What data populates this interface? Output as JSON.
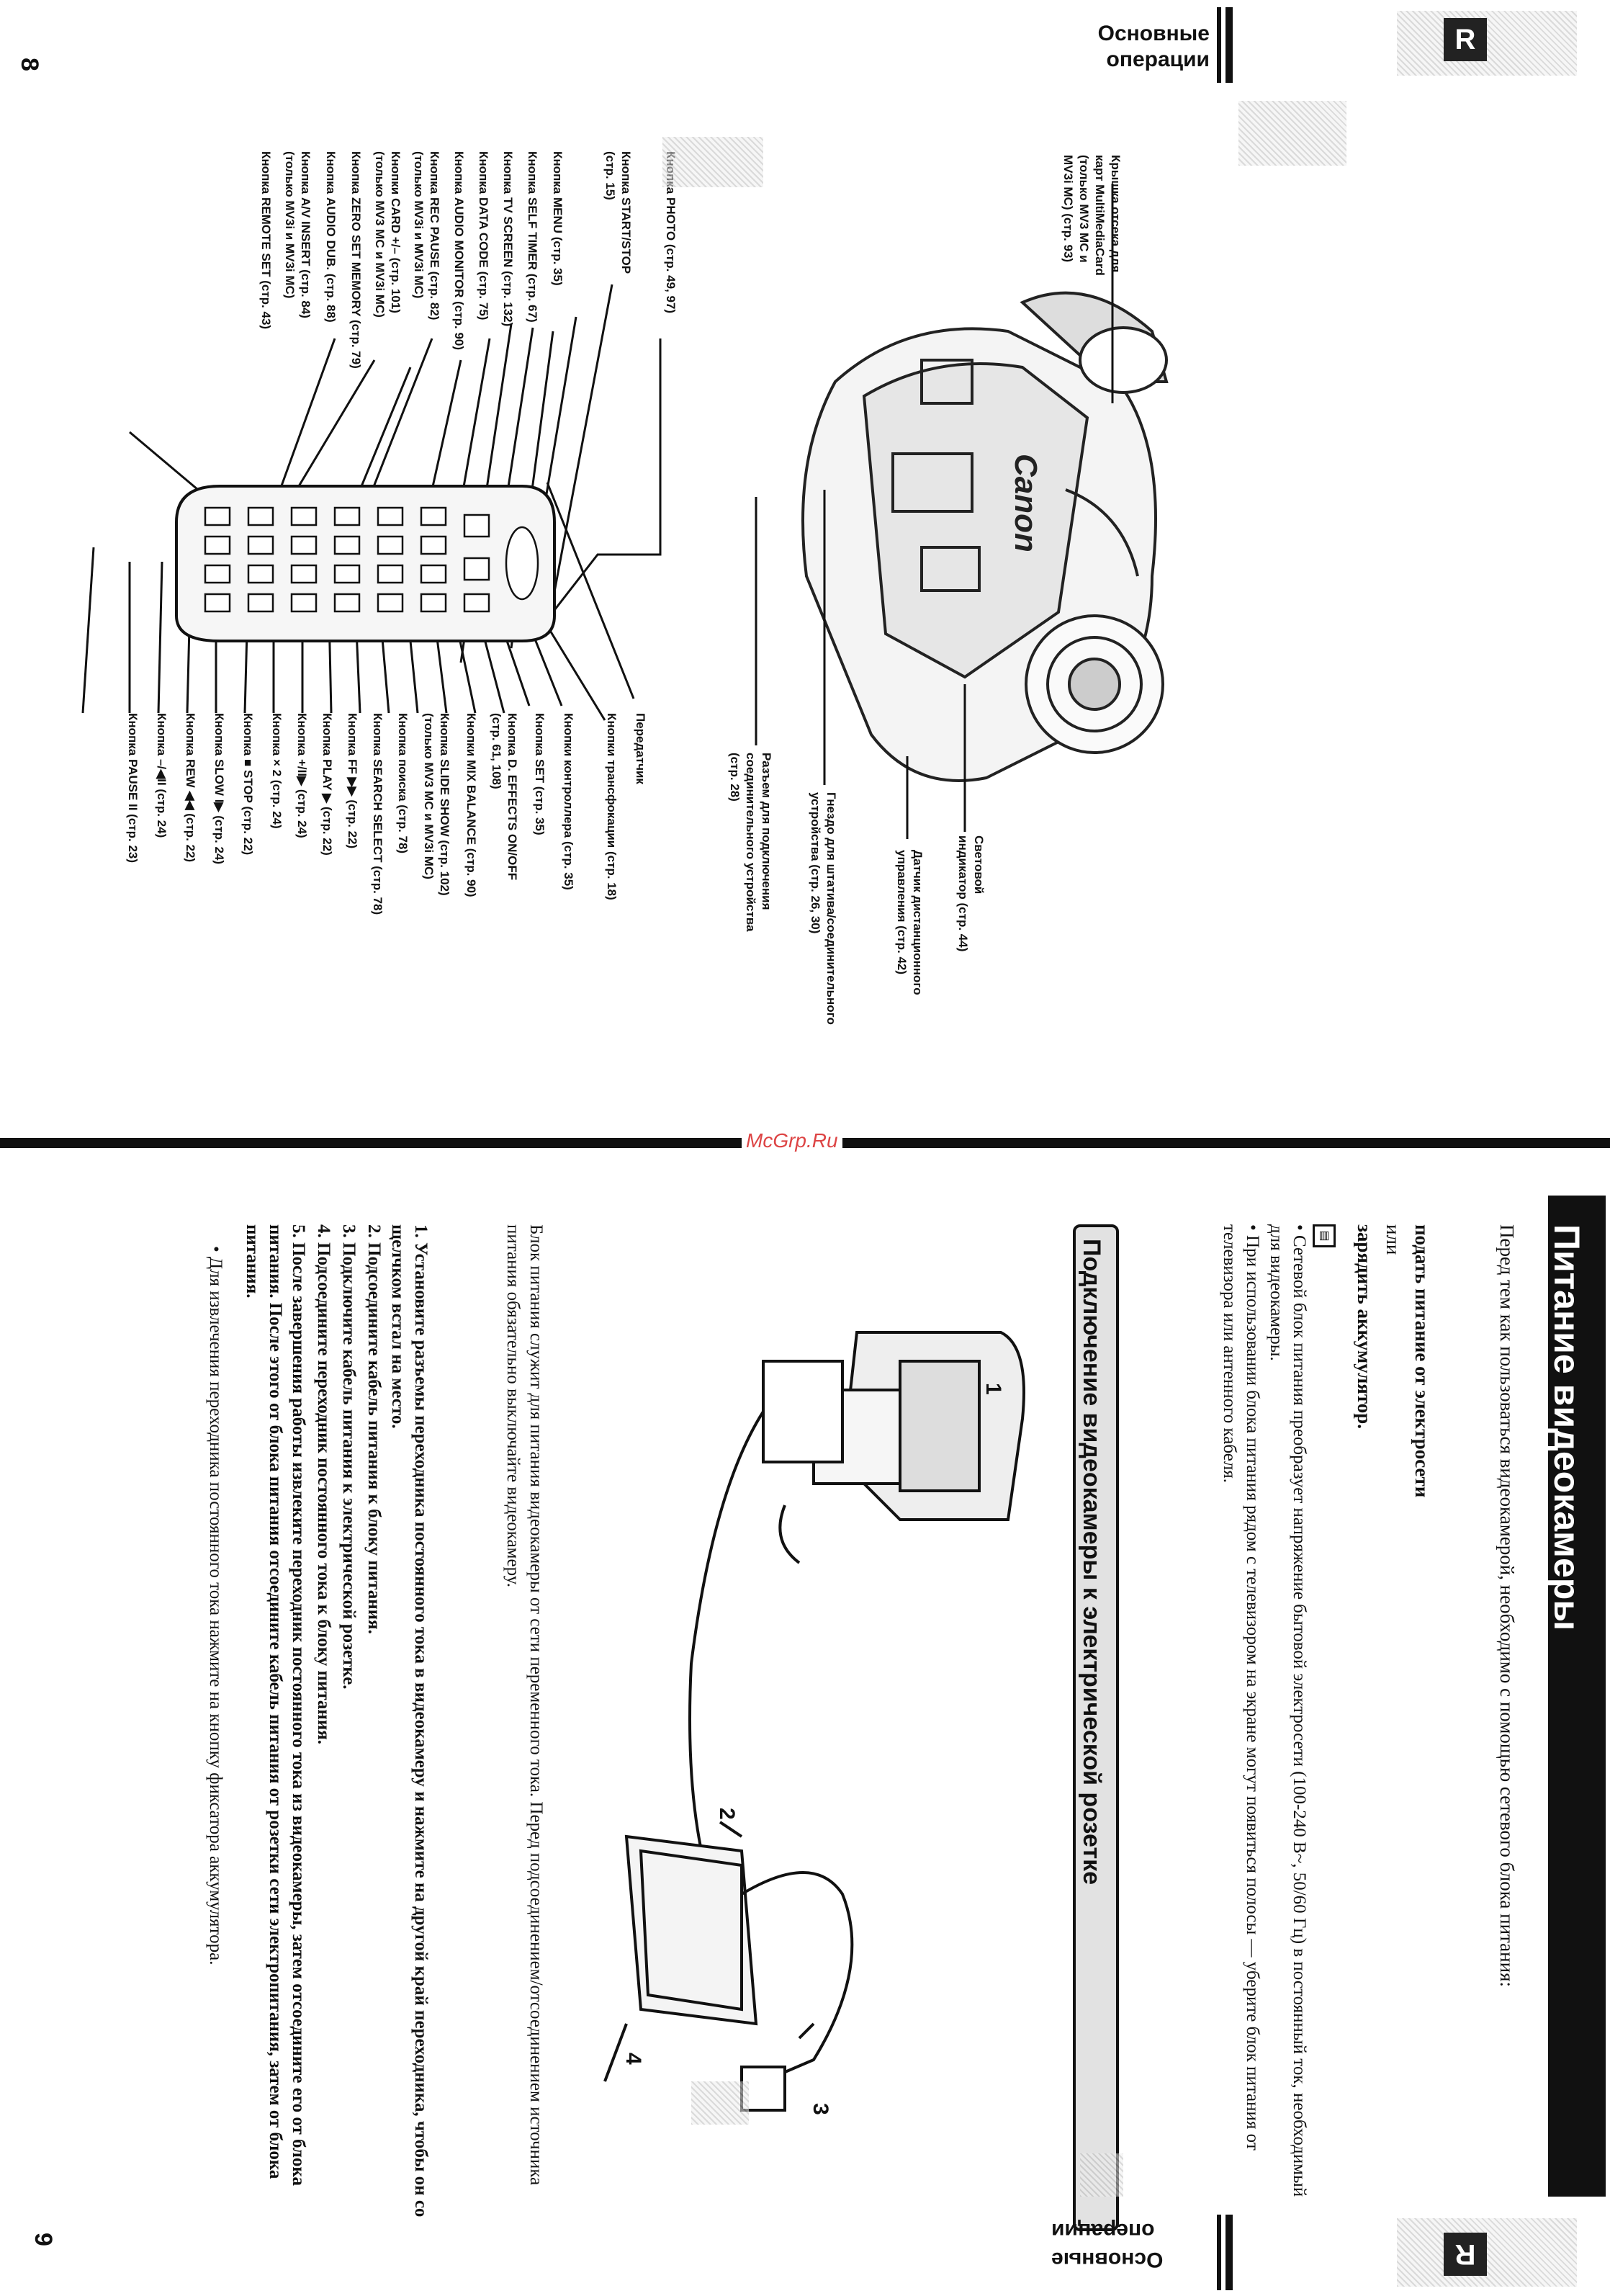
{
  "page8": {
    "page_number": "8",
    "section_tab": {
      "line1": "Основные",
      "line2": "операции",
      "letter": "R"
    },
    "camera_labels": [
      {
        "text": "Крышка отсека для\nкарт MultiMediaCard\n(только MV3 MC и\nMV3i MC) (стр. 93)"
      },
      {
        "text": "Световой\nиндикатор (стр. 44)"
      },
      {
        "text": "Датчик дистанционного\nуправления (стр. 42)"
      },
      {
        "text": "Гнездо для штатива/соединительного\nустройства (стр. 26, 30)"
      },
      {
        "text": "Разъем для подключения\nсоединительного устройства\n(стр. 28)"
      }
    ],
    "remote_left_labels": [
      "Кнопка PHOTO (стр. 49, 97)",
      "Кнопка START/STOP\n(стр. 15)",
      "Кнопка MENU (стр. 35)",
      "Кнопка SELF TIMER (стр. 67)",
      "Кнопка TV SCREEN (стр. 132)",
      "Кнопка DATA CODE (стр. 75)",
      "Кнопка AUDIO MONITOR (стр. 90)",
      "Кнопка REC PAUSE (стр. 82)\n(только MV3i и MV3i MC)",
      "Кнопки CARD +/– (стр. 101)\n(только MV3 MC и MV3i MC)",
      "Кнопка ZERO SET MEMORY (стр. 79)",
      "Кнопка AUDIO DUB. (стр. 88)",
      "Кнопка A/V INSERT (стр. 84)\n(только MV3i и MV3i MC)",
      "Кнопка REMOTE SET (стр. 43)"
    ],
    "remote_right_labels": [
      "Передатчик",
      "Кнопки трансфокации (стр. 18)",
      "Кнопки контроллера (стр. 35)",
      "Кнопка SET (стр. 35)",
      "Кнопка D. EFFECTS ON/OFF\n(стр. 61, 108)",
      "Кнопки MIX BALANCE (стр. 90)",
      "Кнопка SLIDE SHOW (стр. 102)\n(только MV3 MC и MV3i MC)",
      "Кнопка поиска (стр. 78)",
      "Кнопка SEARCH SELECT (стр. 78)",
      "Кнопка FF ▶▶ (стр. 22)",
      "Кнопка PLAY ▶ (стр. 22)",
      "Кнопка +/II▶ (стр. 24)",
      "Кнопка × 2 (стр. 24)",
      "Кнопка ■ STOP (стр. 22)",
      "Кнопка SLOW I▶ (стр. 24)",
      "Кнопка REW ◀◀ (стр. 22)",
      "Кнопка –/◀II (стр. 24)",
      "Кнопка PAUSE II (стр. 23)"
    ],
    "brand_on_camera": "Canon"
  },
  "watermark": "McGrp.Ru",
  "page9": {
    "page_number": "9",
    "section_tab": {
      "line1": "Основные",
      "line2": "операции",
      "letter": "R"
    },
    "title": "Питание видеокамеры",
    "intro": "Перед тем как пользоваться видеокамерой, необходимо с помощью сетевого блока питания:",
    "option1": "подать питание от электросети",
    "or_word": "или",
    "option2": "зарядить аккумулятор.",
    "notes": [
      "Сетевой блок питания преобразует напряжение бытовой электросети (100-240 В~, 50/60 Гц) в постоянный ток, необходимый для видеокамеры.",
      "При использовании блока питания рядом с телевизором на экране могут появиться полосы — уберите блок питания от телевизора или антенного кабеля."
    ],
    "subheading": "Подключение видеокамеры к электрической розетке",
    "figure_numbers": [
      "1",
      "2",
      "3",
      "4"
    ],
    "body": "Блок питания служит для питания видеокамеры от сети переменного тока. Перед подсоединением/отсоединением источника питания обязательно выключайте видеокамеру.",
    "steps": [
      {
        "n": "1.",
        "text": "Установите разъемы переходника постоянного тока в видеокамеру и нажмите на другой край переходника, чтобы он со щелчком встал на место."
      },
      {
        "n": "2.",
        "text": "Подсоедините кабель питания к блоку питания."
      },
      {
        "n": "3.",
        "text": "Подключите кабель питания к электрической розетке."
      },
      {
        "n": "4.",
        "text": "Подсоедините переходник постоянного тока к блоку питания."
      },
      {
        "n": "5.",
        "text": "После завершения работы извлеките переходник постоянного тока из видеокамеры, затем отсоедините его от блока питания. После этого от блока питания отсоедините кабель питания от розетки сети электропитания, затем от блока питания."
      }
    ],
    "final_note": "Для извлечения переходника постоянного тока нажмите на кнопку фиксатора аккумулятора."
  }
}
